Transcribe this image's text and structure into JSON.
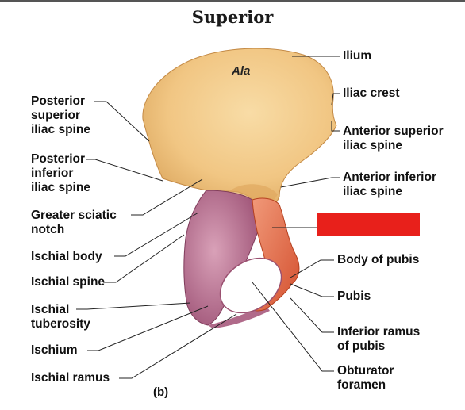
{
  "title": "Superior",
  "caption": "(b)",
  "ala_label": "Ala",
  "colors": {
    "ilium": "#f1c683",
    "ischium": "#c07b99",
    "pubis": "#e46f4d",
    "redact": "#e8201b"
  },
  "labels_left": {
    "posterior_superior_iliac_spine": "Posterior\nsuperior\niliac spine",
    "posterior_inferior_iliac_spine": "Posterior\ninferior\niliac spine",
    "greater_sciatic_notch": "Greater sciatic\nnotch",
    "ischial_body": "Ischial body",
    "ischial_spine": "Ischial spine",
    "ischial_tuberosity": "Ischial\ntuberosity",
    "ischium": "Ischium",
    "ischial_ramus": "Ischial ramus"
  },
  "labels_right": {
    "ilium": "Ilium",
    "iliac_crest": "Iliac crest",
    "anterior_superior_iliac_spine": "Anterior superior\niliac spine",
    "anterior_inferior_iliac_spine": "Anterior inferior\niliac spine",
    "body_of_pubis": "Body of pubis",
    "pubis": "Pubis",
    "inferior_ramus_of_pubis": "Inferior ramus\nof pubis",
    "obturator_foramen": "Obturator\nforamen"
  }
}
